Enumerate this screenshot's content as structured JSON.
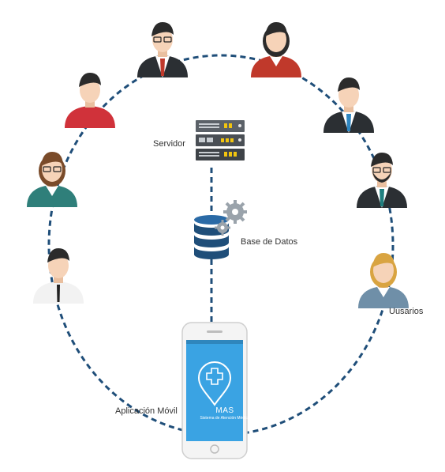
{
  "labels": {
    "servidor": "Servidor",
    "base_datos": "Base de Datos",
    "usuarios": "Uusarios",
    "aplicacion": "Aplicación Móvil"
  },
  "app": {
    "name": "MAS",
    "subtitle": "Sistema de Atención Médica"
  },
  "colors": {
    "dash": "#1f4e79",
    "db": "#1f4e79",
    "gear": "#9aa3ab",
    "server": "#4a4f55",
    "phone_screen": "#3aa3e3",
    "skin": "#f6d3b8",
    "hair_dark": "#2b2b2b",
    "hair_brown": "#7a4b2a",
    "hair_blonde": "#d9a441"
  },
  "users": [
    {
      "id": "man-glasses-suit",
      "hair": "dark",
      "glasses": true,
      "outfit": "suit",
      "tie": "#c0392b"
    },
    {
      "id": "woman-red-blazer",
      "hair": "dark",
      "glasses": false,
      "outfit": "blazer",
      "color": "#c0392b"
    },
    {
      "id": "man-red-shirt",
      "hair": "dark",
      "glasses": false,
      "outfit": "tee",
      "color": "#d0323a"
    },
    {
      "id": "man-suit-blue-tie",
      "hair": "dark",
      "glasses": false,
      "outfit": "suit",
      "tie": "#2e86c1"
    },
    {
      "id": "woman-glasses-teal",
      "hair": "brown",
      "glasses": true,
      "outfit": "blazer",
      "color": "#2f7f7a"
    },
    {
      "id": "man-beard-teal-tie",
      "hair": "dark",
      "glasses": true,
      "outfit": "suit",
      "tie": "#1f7f7f"
    },
    {
      "id": "man-white-shirt",
      "hair": "dark",
      "glasses": false,
      "outfit": "shirt",
      "tie": "#222222"
    },
    {
      "id": "woman-blonde",
      "hair": "blonde",
      "glasses": false,
      "outfit": "blazer",
      "color": "#6f8fa8"
    }
  ]
}
